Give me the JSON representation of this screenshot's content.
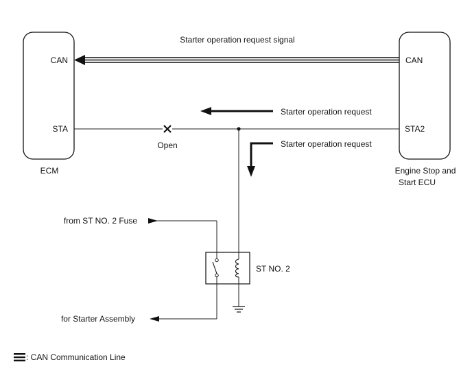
{
  "ecm": {
    "name": "ECM",
    "pin_can": "CAN",
    "pin_sta": "STA"
  },
  "ecu": {
    "name_line1": "Engine Stop and",
    "name_line2": "Start ECU",
    "pin_can": "CAN",
    "pin_sta2": "STA2"
  },
  "signals": {
    "can_signal": "Starter operation request signal",
    "request_left": "Starter operation request",
    "request_down": "Starter operation request"
  },
  "fault": {
    "label": "Open"
  },
  "relay": {
    "name": "ST NO. 2"
  },
  "connections": {
    "from_fuse": "from ST NO. 2 Fuse",
    "to_starter": "for Starter Assembly"
  },
  "legend": {
    "label": ": CAN Communication Line"
  }
}
